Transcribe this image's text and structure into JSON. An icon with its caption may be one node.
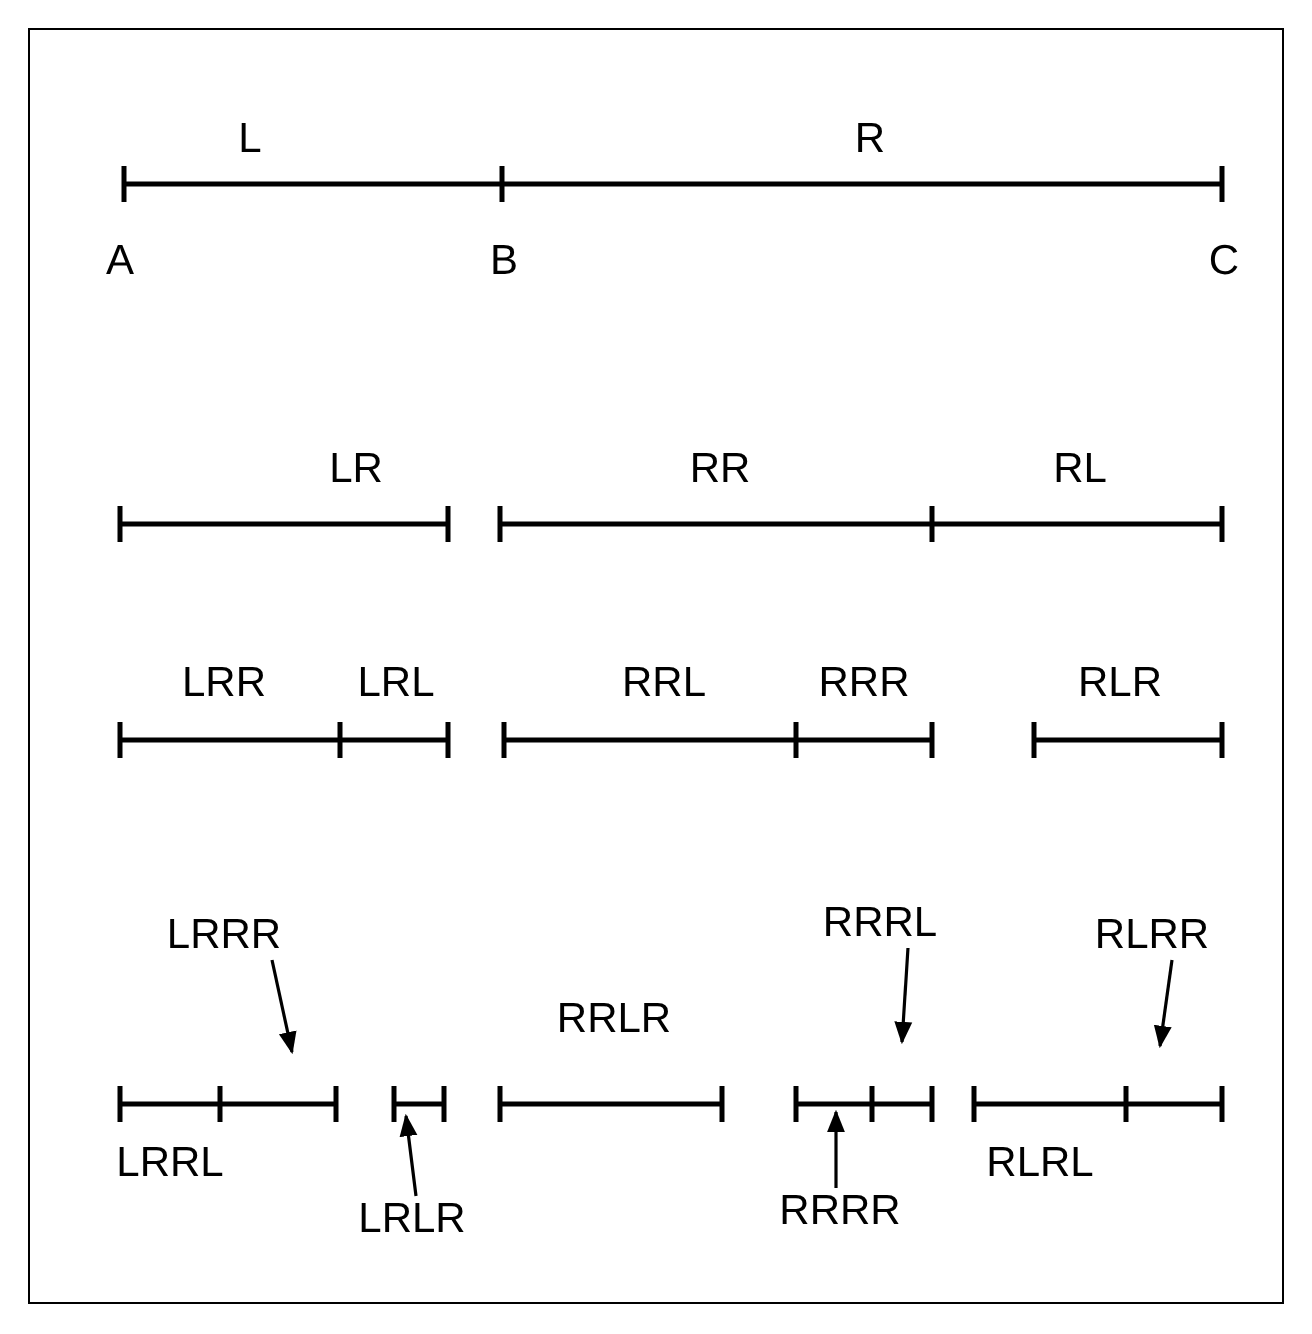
{
  "diagram": {
    "nodes": [
      {
        "text": [
          "LRRR"
        ]
      },
      {
        "text": [
          "RRRL"
        ]
      },
      {
        "text": [
          "RLRR"
        ]
      },
      {
        "text": [
          "LRLR"
        ]
      },
      {
        "text": [
          "RRRR"
        ]
      }
    ],
    "edges": [
      {
        "from": 0,
        "to": null,
        "arrow": "to"
      },
      {
        "from": 1,
        "to": null,
        "arrow": "to"
      },
      {
        "from": 2,
        "to": null,
        "arrow": "to"
      },
      {
        "from": 3,
        "to": null,
        "arrow": "to"
      },
      {
        "from": 4,
        "to": null,
        "arrow": "to"
      }
    ],
    "labels": [
      "L",
      "R",
      "A",
      "B",
      "C",
      "LR",
      "RR",
      "RL",
      "LRR",
      "LRL",
      "RRL",
      "RRR",
      "RLR",
      "RRLR",
      "LRRL",
      "RLRL"
    ]
  }
}
